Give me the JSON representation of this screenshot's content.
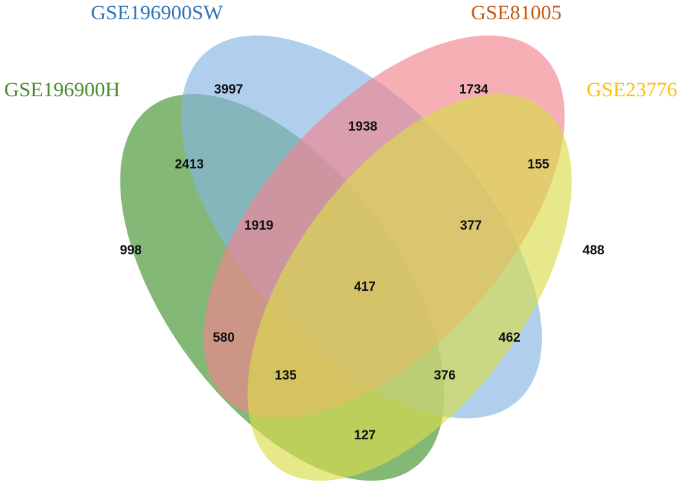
{
  "chart_data": {
    "type": "venn",
    "sets": [
      {
        "name": "GSE196900H",
        "color": "#4e9a3c",
        "label_color": "#4a8a2e"
      },
      {
        "name": "GSE196900SW",
        "color": "#86b6e2",
        "label_color": "#2e75b6"
      },
      {
        "name": "GSE81005",
        "color": "#f2848f",
        "label_color": "#c55a11"
      },
      {
        "name": "GSE23776",
        "color": "#d9dc4c",
        "label_color": "#ffc000"
      }
    ],
    "regions": {
      "H": "998",
      "SW": "3997",
      "81005": "1734",
      "23776": "488",
      "H_SW": "2413",
      "SW_81005": "1938",
      "81005_23776": "155",
      "H_SW_81005": "1919",
      "SW_81005_23776": "377",
      "all": "417",
      "H_81005": "580",
      "H_81005_23776": "135",
      "H_SW_23776": "376",
      "SW_23776": "462",
      "H_23776": "127"
    }
  }
}
